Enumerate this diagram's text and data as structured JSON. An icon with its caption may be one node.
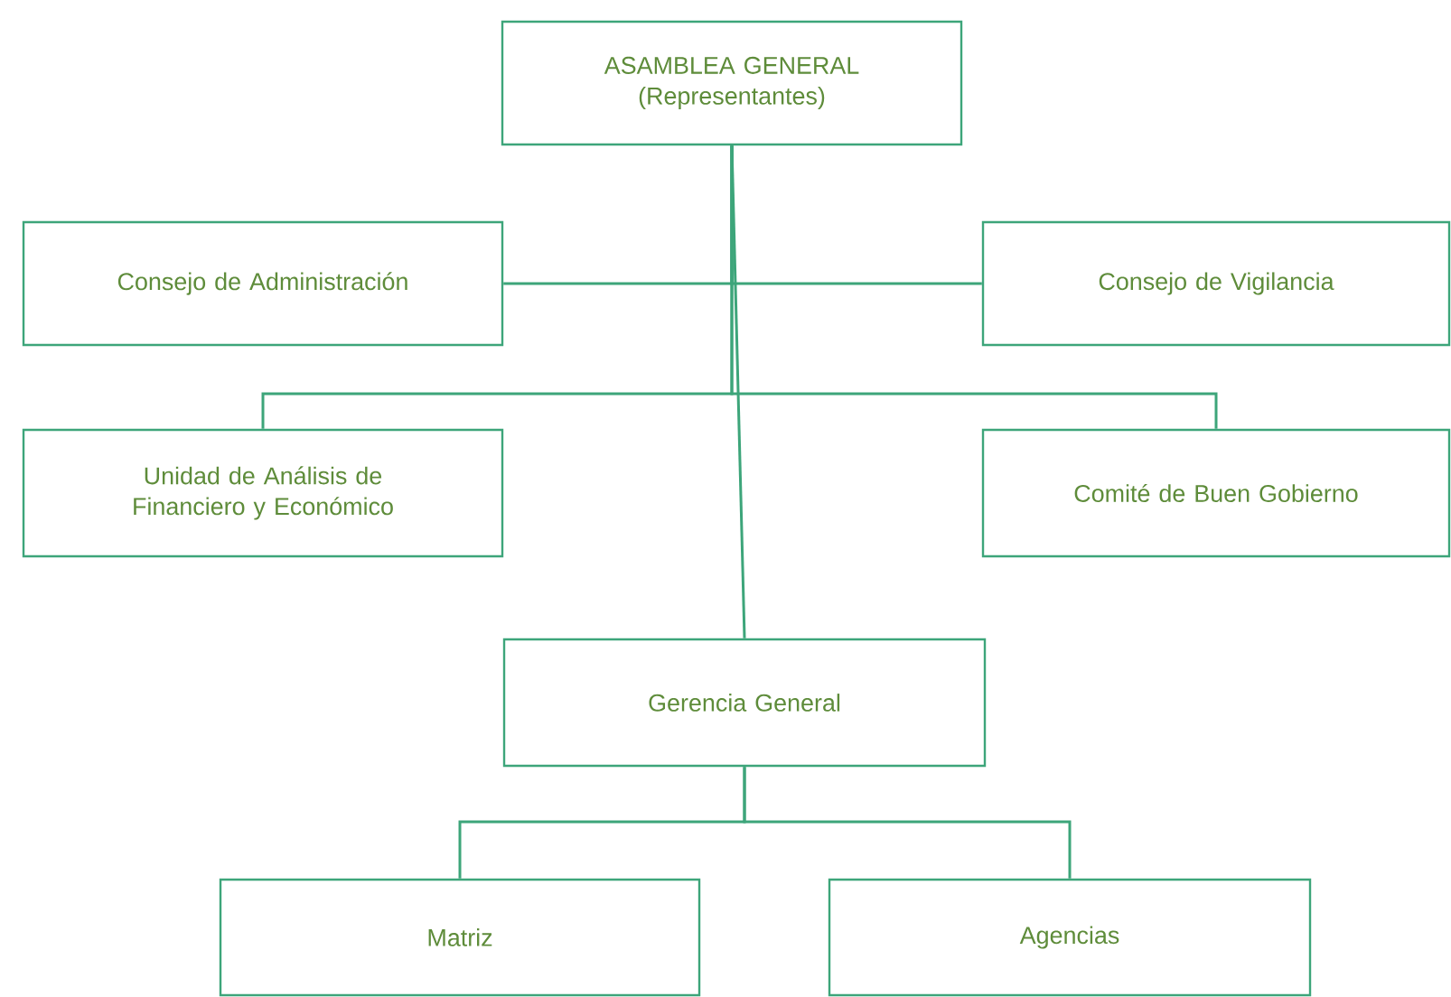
{
  "diagram": {
    "nodes": [
      {
        "text": [
          "ASAMBLEA GENERAL (Representantes)"
        ]
      },
      {
        "text": [
          "Consejo de Administración"
        ]
      },
      {
        "text": [
          "Consejo de Vigilancia"
        ]
      },
      {
        "text": [
          "Unidad de Análisis de Financiero y Económico"
        ]
      },
      {
        "text": [
          "Comité de Buen Gobierno"
        ]
      },
      {
        "text": [
          "Gerencia General"
        ]
      },
      {
        "text": [
          "Matriz"
        ]
      },
      {
        "text": [
          "Agencias"
        ]
      }
    ],
    "edges": [
      {
        "from": 0,
        "to": 1,
        "arrow": "none"
      },
      {
        "from": 0,
        "to": 2,
        "arrow": "none"
      },
      {
        "from": 0,
        "to": 3,
        "arrow": "none"
      },
      {
        "from": 0,
        "to": 4,
        "arrow": "none"
      },
      {
        "from": 0,
        "to": 5,
        "arrow": "none"
      },
      {
        "from": 5,
        "to": 6,
        "arrow": "none"
      },
      {
        "from": 5,
        "to": 7,
        "arrow": "none"
      }
    ]
  }
}
